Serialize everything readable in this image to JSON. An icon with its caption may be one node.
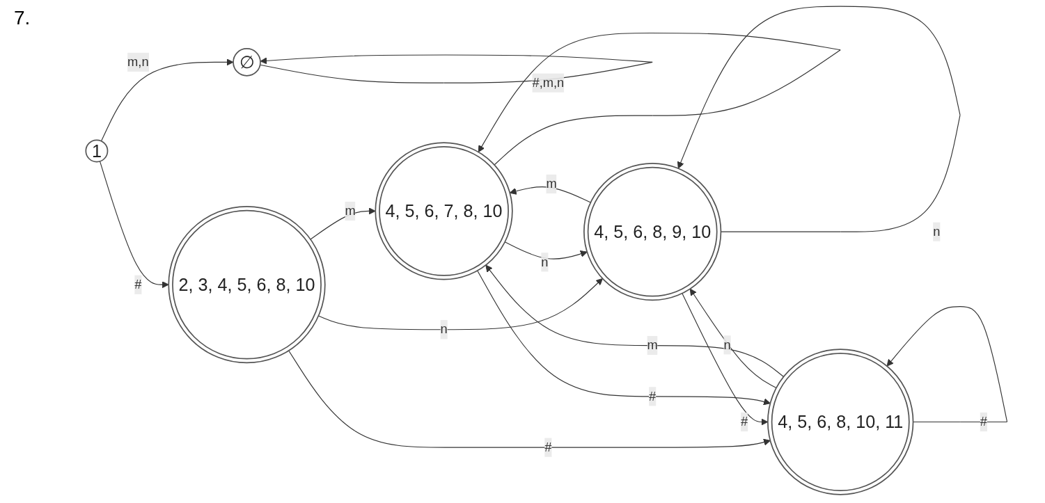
{
  "diagram": {
    "nodes": [
      {
        "text": [
          "1"
        ]
      },
      {
        "text": [
          "∅"
        ]
      },
      {
        "text": [
          "2, 3, 4, 5, 6, 8, 10"
        ]
      },
      {
        "text": [
          "4, 5, 6, 7, 8, 10"
        ]
      },
      {
        "text": [
          "4, 5, 6, 8, 10, 11"
        ]
      },
      {
        "text": [
          "4, 5, 6, 8, 9, 10"
        ]
      }
    ],
    "edges": [
      {
        "from": 0,
        "to": 2,
        "arrow": "to",
        "label": "#"
      },
      {
        "from": 0,
        "to": 1,
        "arrow": "to",
        "label": "m,n"
      },
      {
        "from": 1,
        "to": 1,
        "arrow": "to",
        "label": "#,m,n"
      },
      {
        "from": 2,
        "to": 3,
        "arrow": "to",
        "label": "m"
      },
      {
        "from": 2,
        "to": 4,
        "arrow": "to",
        "label": "#"
      },
      {
        "from": 2,
        "to": 5,
        "arrow": "to",
        "label": "n"
      },
      {
        "from": 3,
        "to": 3,
        "arrow": "to"
      },
      {
        "from": 3,
        "to": 5,
        "arrow": "to",
        "label": "n"
      },
      {
        "from": 5,
        "to": 3,
        "arrow": "to",
        "label": "m"
      },
      {
        "from": 4,
        "to": 5,
        "arrow": "to",
        "label": "n"
      },
      {
        "from": 5,
        "to": 4,
        "arrow": "to",
        "label": "#"
      },
      {
        "from": 5,
        "to": 5,
        "arrow": "to",
        "label": "n"
      },
      {
        "from": 4,
        "to": 4,
        "arrow": "to",
        "label": "#"
      },
      {
        "from": 4,
        "to": 3,
        "arrow": "to",
        "label": "m"
      },
      {
        "from": 3,
        "to": 4,
        "arrow": "to",
        "label": "#"
      }
    ],
    "labels": [
      "7."
    ]
  }
}
